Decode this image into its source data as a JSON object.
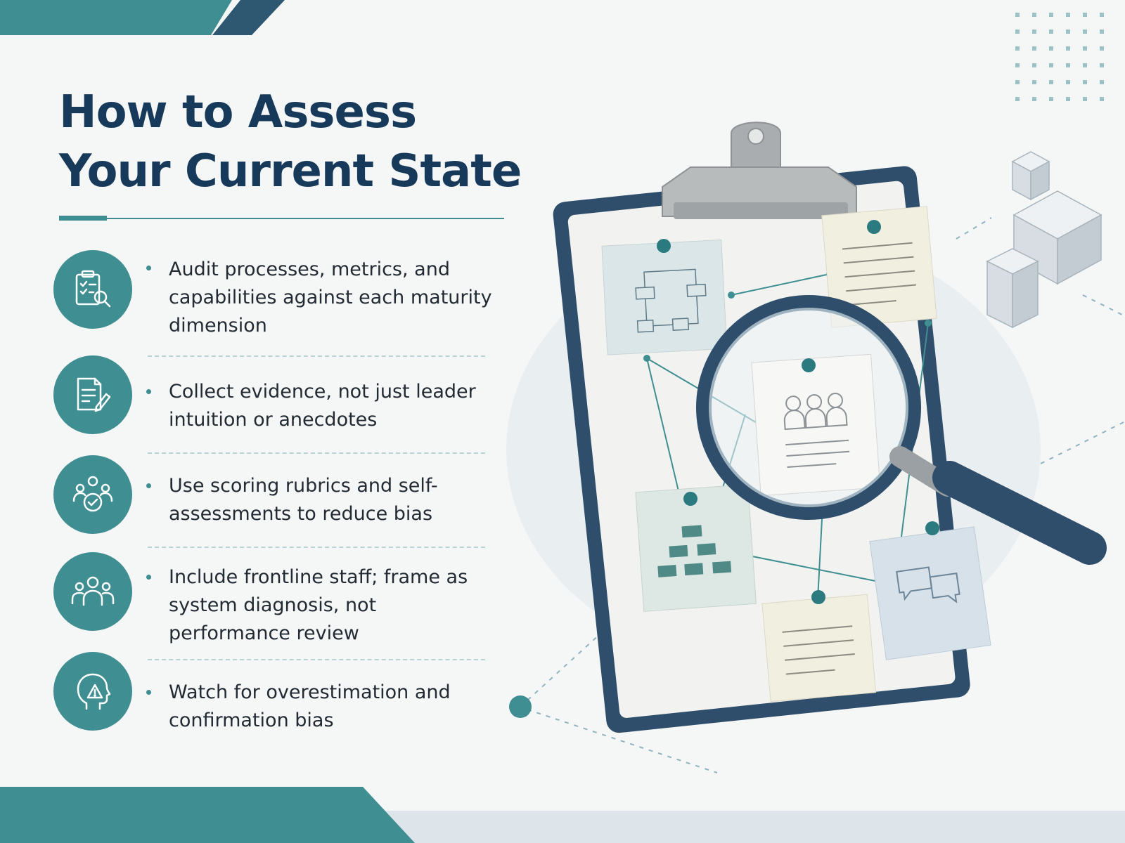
{
  "page": {
    "title_line1": "How to Assess",
    "title_line2": "Your Current State"
  },
  "checklist": [
    {
      "icon": "clipboard-search-icon",
      "text": "Audit processes, metrics, and capabilities against each maturity dimension"
    },
    {
      "icon": "document-pencil-icon",
      "text": "Collect evidence, not just leader intuition or anecdotes"
    },
    {
      "icon": "people-checkmark-icon",
      "text": "Use scoring rubrics and self-assessments to reduce bias"
    },
    {
      "icon": "team-icon",
      "text": "Include frontline staff; frame as system diagnosis, not performance review"
    },
    {
      "icon": "head-warning-icon",
      "text": "Watch for overestimation and confirmation bias"
    }
  ],
  "colors": {
    "teal": "#3f8e92",
    "navy": "#173a5b",
    "background": "#f5f6f6",
    "text": "#222b33"
  }
}
